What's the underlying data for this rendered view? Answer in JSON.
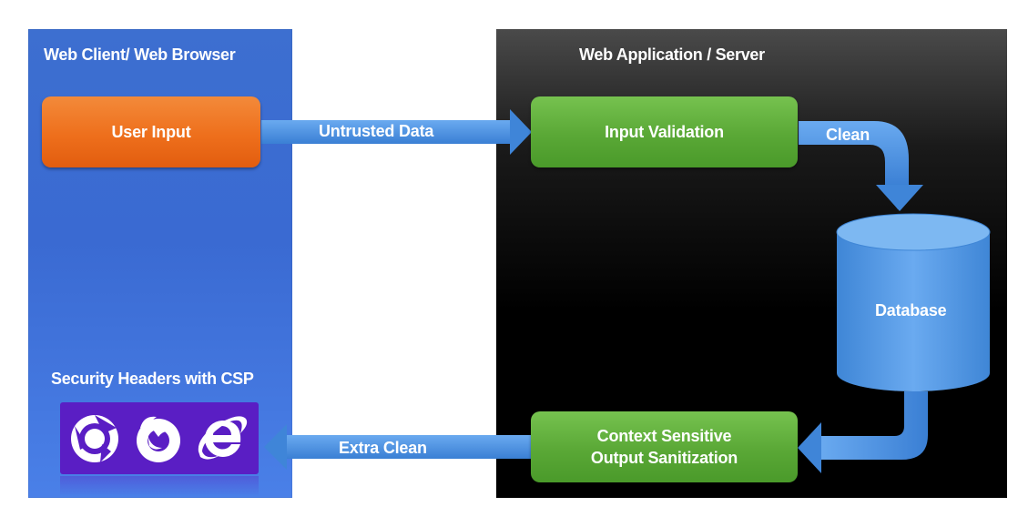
{
  "client": {
    "title": "Web Client/ Web Browser"
  },
  "server": {
    "title": "Web Application / Server"
  },
  "nodes": {
    "user_input": "User Input",
    "input_validation": "Input Validation",
    "database": "Database",
    "output_sanitization_line1": "Context Sensitive",
    "output_sanitization_line2": "Output Sanitization"
  },
  "edges": {
    "untrusted_data": "Untrusted Data",
    "clean": "Clean",
    "extra_clean": "Extra Clean"
  },
  "security": {
    "label": "Security Headers with CSP",
    "browsers": [
      "chrome-icon",
      "firefox-icon",
      "ie-icon"
    ]
  },
  "colors": {
    "client_blue": "#3d6fd0",
    "server_black": "#000000",
    "orange": "#ee6f1c",
    "green": "#5aa836",
    "arrow_blue": "#4a90e0",
    "tray_purple": "#5a1ec4"
  }
}
